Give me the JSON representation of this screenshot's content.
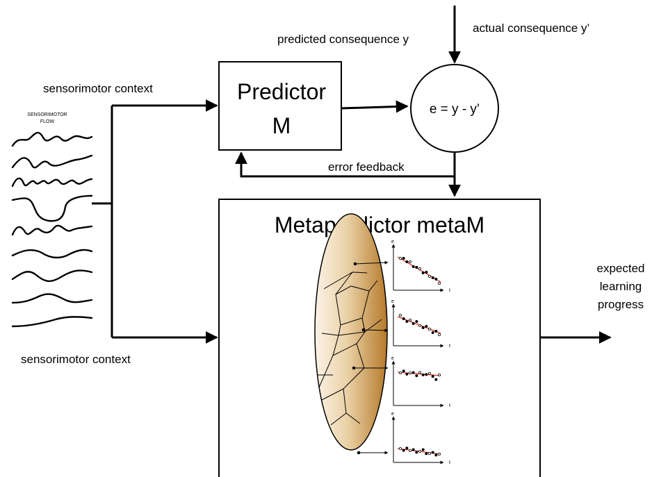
{
  "labels": {
    "predicted_consequence": "predicted consequence y",
    "actual_consequence": "actual consequence y’",
    "sensorimotor_context_top": "sensorimotor context",
    "sensorimotor_context_bottom": "sensorimotor context",
    "flow_line1": "SENSORIMOTOR",
    "flow_line2": "FLOW",
    "predictor_line1": "Predictor",
    "predictor_line2": "M",
    "error_formula": "e = y - y’",
    "error_feedback": "error feedback",
    "metapredictor": "Metapredictor metaM",
    "output_line1": "expected",
    "output_line2": "learning",
    "output_line3": "progress"
  },
  "axes": {
    "y_label": "e",
    "x_label": "t"
  },
  "colors": {
    "ellipse_light": "#fbf3e6",
    "ellipse_dark": "#b57a2a",
    "trend_line": "#e0301e",
    "stroke": "#000000"
  }
}
